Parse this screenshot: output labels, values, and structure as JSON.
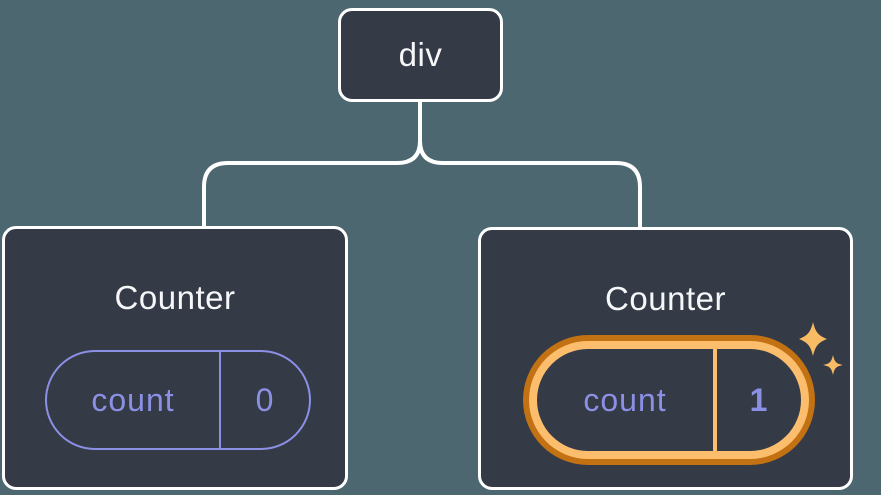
{
  "diagram": {
    "root": {
      "label": "div"
    },
    "children": [
      {
        "title": "Counter",
        "state_key": "count",
        "state_value": "0",
        "highlighted": false
      },
      {
        "title": "Counter",
        "state_key": "count",
        "state_value": "1",
        "highlighted": true
      }
    ]
  },
  "icons": {
    "sparkles": "sparkles-icon"
  },
  "colors": {
    "background": "#4C6770",
    "node_fill": "#343A46",
    "node_border": "#FFFFFF",
    "title_text": "#F6F7F9",
    "state_accent": "#8B90E4",
    "highlight_ring_outer": "#C27113",
    "highlight_ring_inner": "#FCBE6D",
    "sparkle": "#F9BB63"
  }
}
